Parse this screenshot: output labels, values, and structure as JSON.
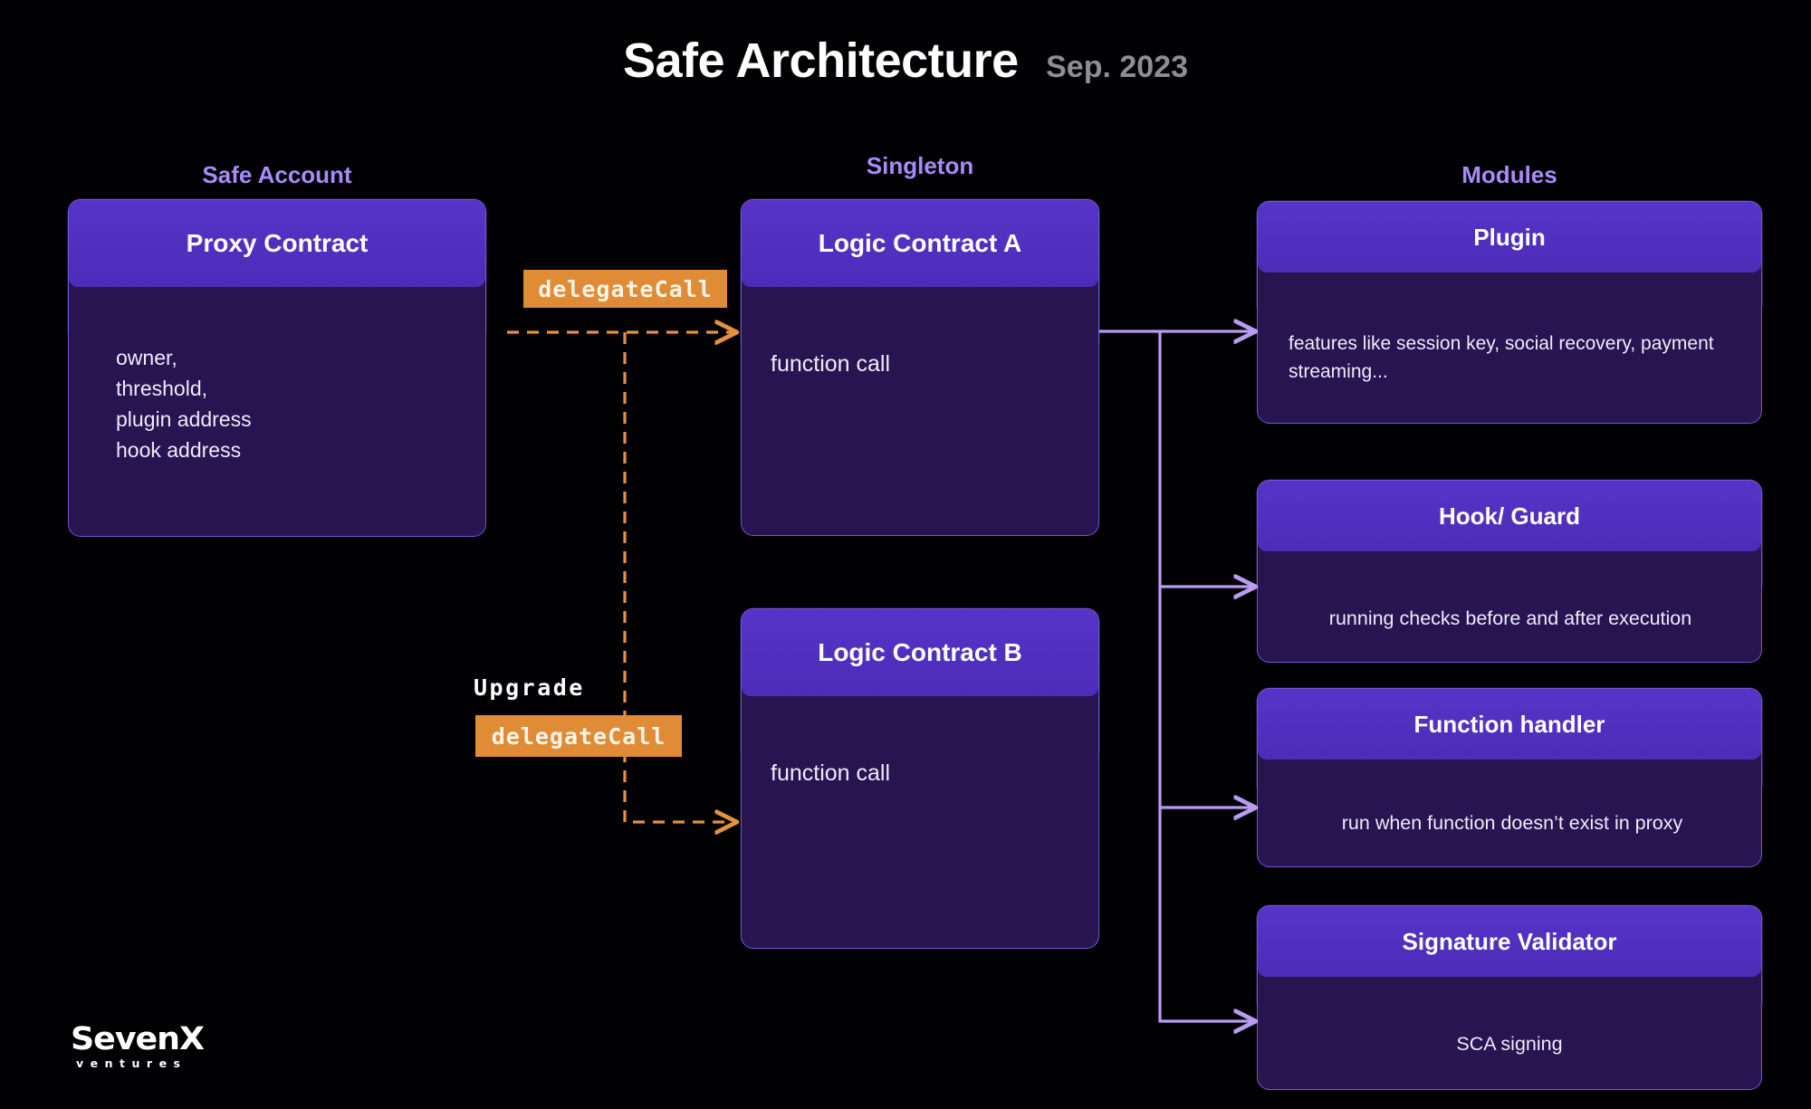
{
  "header": {
    "title": "Safe Architecture",
    "date": "Sep. 2023"
  },
  "sections": {
    "safe_account": "Safe Account",
    "singleton": "Singleton",
    "modules": "Modules"
  },
  "safe_account": {
    "proxy_contract": {
      "title": "Proxy Contract",
      "body_lines": "owner,\nthreshold,\nplugin address\nhook address"
    }
  },
  "singleton": {
    "logic_a": {
      "title": "Logic Contract A",
      "body": "function call"
    },
    "logic_b": {
      "title": "Logic Contract B",
      "body": "function call"
    }
  },
  "modules": [
    {
      "title": "Plugin",
      "body": "features like session key, social recovery, payment streaming..."
    },
    {
      "title": "Hook/ Guard",
      "body": "running checks before and after execution"
    },
    {
      "title": "Function handler",
      "body": "run when function doesn’t exist in proxy"
    },
    {
      "title": "Signature Validator",
      "body": "SCA signing"
    }
  ],
  "connectors": {
    "delegate_call_1": "delegateCall",
    "upgrade_label": "Upgrade",
    "delegate_call_2": "delegateCall"
  },
  "logo": {
    "name": "SevenX",
    "tagline": "ventures"
  },
  "colors": {
    "background": "#010103",
    "card_header": "#4f2ebc",
    "card_body": "#271450",
    "card_border": "#7c52d8",
    "section_label": "#a78bfa",
    "accent_orange": "#e08b36",
    "wire_purple": "#b79cf2",
    "title_text": "#ffffff",
    "date_text": "#8d8d92"
  }
}
